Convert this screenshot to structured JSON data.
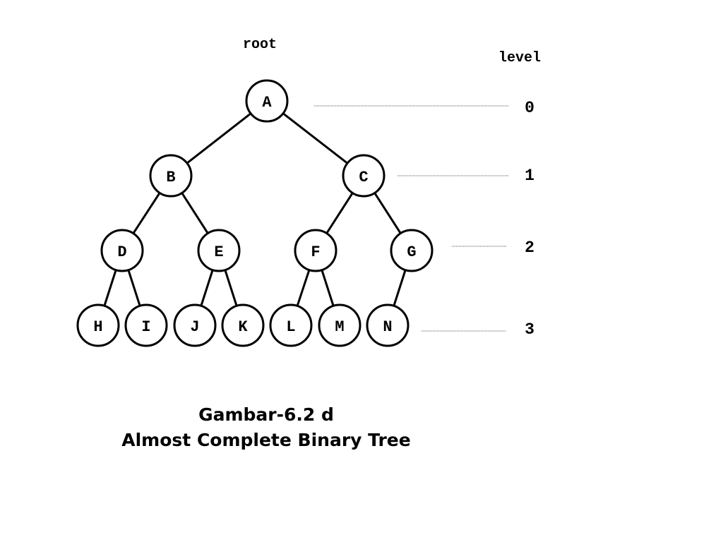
{
  "header": {
    "root_label": "root",
    "level_label": "level"
  },
  "tree": {
    "nodes": [
      {
        "id": "A",
        "label": "A",
        "parent": null
      },
      {
        "id": "B",
        "label": "B",
        "parent": "A"
      },
      {
        "id": "C",
        "label": "C",
        "parent": "A"
      },
      {
        "id": "D",
        "label": "D",
        "parent": "B"
      },
      {
        "id": "E",
        "label": "E",
        "parent": "B"
      },
      {
        "id": "F",
        "label": "F",
        "parent": "C"
      },
      {
        "id": "G",
        "label": "G",
        "parent": "C"
      },
      {
        "id": "H",
        "label": "H",
        "parent": "D"
      },
      {
        "id": "I",
        "label": "I",
        "parent": "D"
      },
      {
        "id": "J",
        "label": "J",
        "parent": "E"
      },
      {
        "id": "K",
        "label": "K",
        "parent": "E"
      },
      {
        "id": "L",
        "label": "L",
        "parent": "F"
      },
      {
        "id": "M",
        "label": "M",
        "parent": "F"
      },
      {
        "id": "N",
        "label": "N",
        "parent": "G"
      }
    ]
  },
  "levels": [
    "0",
    "1",
    "2",
    "3"
  ],
  "caption": {
    "line1": "Gambar-6.2 d",
    "line2": "Almost Complete Binary Tree"
  }
}
